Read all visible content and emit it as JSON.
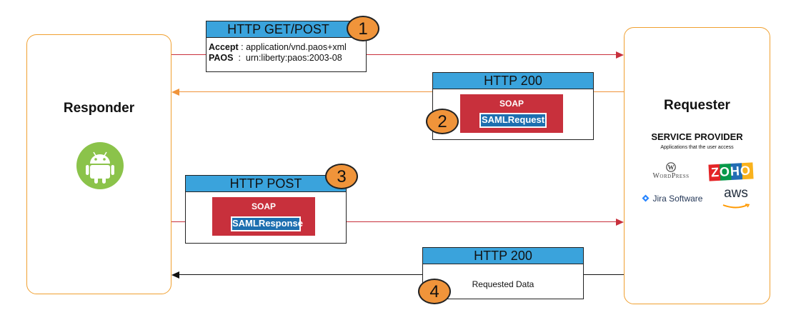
{
  "responder": {
    "title": "Responder"
  },
  "requester": {
    "title": "Requester",
    "service_provider_title": "SERVICE PROVIDER",
    "service_provider_subtitle": "Applications that the user access",
    "apps": {
      "wordpress": "WordPress",
      "zoho": "ZOHO",
      "jira": "Jira Software",
      "aws": "aws"
    }
  },
  "messages": [
    {
      "step": "1",
      "title": "HTTP GET/POST",
      "headers": [
        {
          "name": "Accept",
          "sep": " : ",
          "value": "application/vnd.paos+xml"
        },
        {
          "name": "PAOS",
          "sep": "  :  ",
          "value": "urn:liberty:paos:2003-08"
        }
      ],
      "arrow_color": "#c8303c",
      "direction": "to-requester"
    },
    {
      "step": "2",
      "title": "HTTP 200",
      "soap_label": "SOAP",
      "payload": "SAMLRequest",
      "arrow_color": "#f0943a",
      "direction": "to-responder"
    },
    {
      "step": "3",
      "title": "HTTP POST",
      "soap_label": "SOAP",
      "payload": "SAMLResponse",
      "arrow_color": "#c8303c",
      "direction": "to-requester"
    },
    {
      "step": "4",
      "title": "HTTP 200",
      "body": "Requested Data",
      "arrow_color": "#111111",
      "direction": "to-responder"
    }
  ],
  "colors": {
    "actor_border": "#f0a030",
    "header_blue": "#3aa3dc",
    "soap_red": "#c8303c",
    "saml_blue": "#1d6fb0",
    "badge_orange": "#f0943a",
    "android_green": "#8bc34a"
  },
  "icons": {
    "responder": "android-icon"
  }
}
